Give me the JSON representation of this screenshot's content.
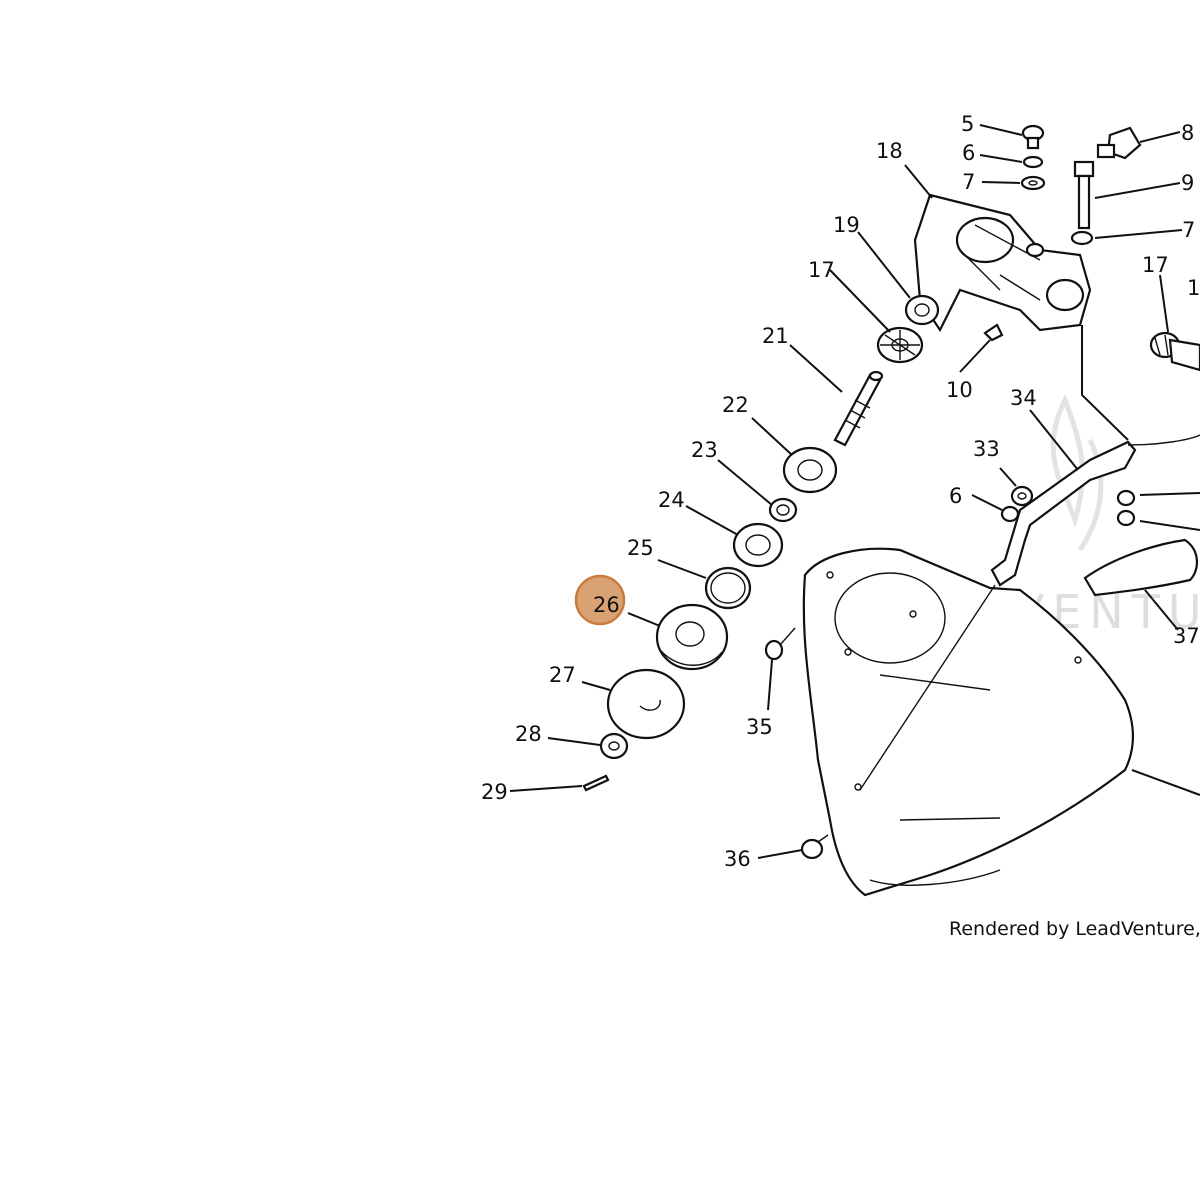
{
  "diagram": {
    "highlight_color": "#d9a273",
    "highlight_stroke": "#c97a3e",
    "labels": {
      "p5": "5",
      "p6a": "6",
      "p7a": "7",
      "p8": "8",
      "p9": "9",
      "p7b": "7",
      "p18": "18",
      "p19": "19",
      "p17a": "17",
      "p17b": "17",
      "p1": "1",
      "p21": "21",
      "p10": "10",
      "p34": "34",
      "p22": "22",
      "p23": "23",
      "p33": "33",
      "p6b": "6",
      "p24": "24",
      "p25": "25",
      "p26": "26",
      "p37": "37",
      "p27": "27",
      "p35": "35",
      "p28": "28",
      "p29": "29",
      "p36": "36"
    },
    "watermark": "LEADVENTURE",
    "credit": "Rendered by LeadVenture, Inc."
  }
}
